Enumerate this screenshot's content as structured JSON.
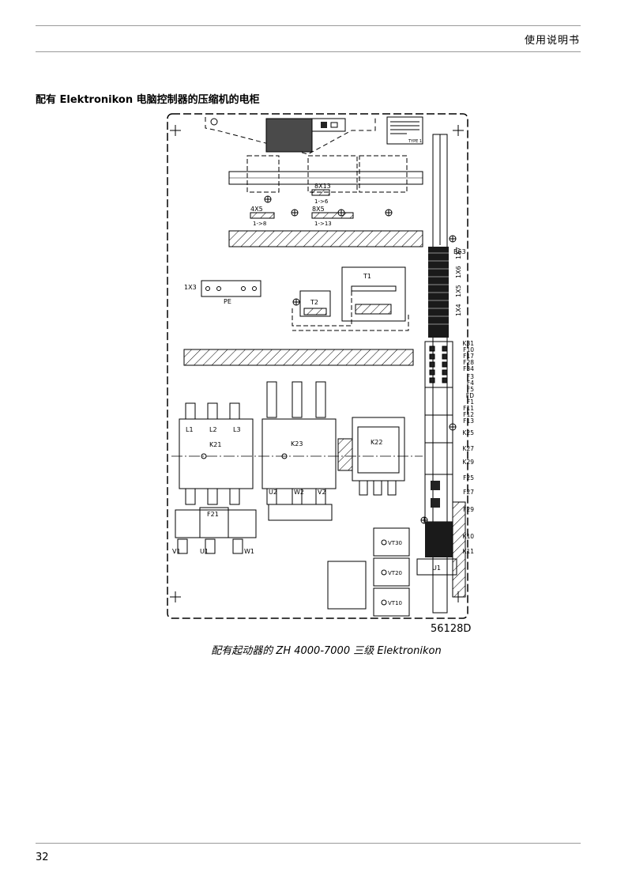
{
  "header": {
    "title": "使用说明书"
  },
  "section": {
    "title": "配有 Elektronikon 电脑控制器的压缩机的电柜"
  },
  "figure": {
    "id": "56128D",
    "caption": "配有起动器的 ZH 4000-7000 三级 Elektronikon",
    "labels": {
      "b63": "B63",
      "x13": "8X13",
      "x13_range": "1->6",
      "x4x5": "4X5",
      "x4x5_range": "1->8",
      "x8x5": "8X5",
      "x8x5_range": "1->13",
      "x1x3": "1X3",
      "pe": "PE",
      "t1": "T1",
      "t2": "T2",
      "typ": "TYPE 1",
      "k21": "K21",
      "k23": "K23",
      "k22": "K22",
      "l1": "L1",
      "l2": "L2",
      "l3": "L3",
      "u2": "U2",
      "w2": "W2",
      "v2": "V2",
      "f21": "F21",
      "v1": "V1",
      "u1": "U1",
      "w1": "W1",
      "vt30": "VT30",
      "vt20": "VT20",
      "vt10": "VT10",
      "u1_module": "U1",
      "terminals": [
        "1X4",
        "1X5",
        "1X6",
        "1X7"
      ],
      "right_list": [
        "K31",
        "F10",
        "F17",
        "F28",
        "F34",
        "F3",
        "F4",
        "F5",
        "FD",
        "F1",
        "F11",
        "F12",
        "F13",
        "K25",
        "K27",
        "K29",
        "F25",
        "F27",
        "F29",
        "K10",
        "K11"
      ]
    }
  },
  "footer": {
    "page_number": "32"
  }
}
